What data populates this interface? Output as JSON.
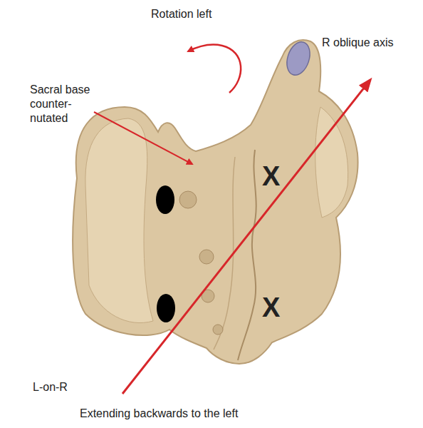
{
  "diagram": {
    "labels": [
      "Rotation left",
      "R oblique axis",
      "Sacral base counter-nutated",
      "X",
      "X",
      "L-on-R",
      "Extending backwards to the left"
    ]
  }
}
